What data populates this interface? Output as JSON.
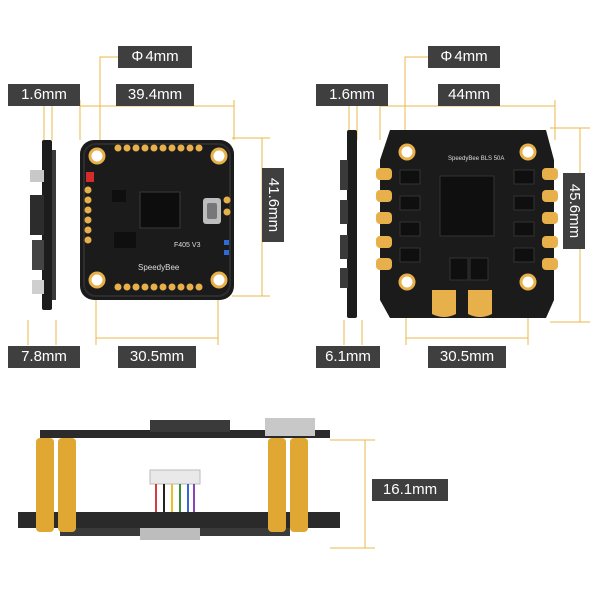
{
  "dimensions": {
    "fc_hole": "4mm",
    "fc_thickness": "1.6mm",
    "fc_width": "39.4mm",
    "fc_height": "41.6mm",
    "fc_side_height": "7.8mm",
    "fc_mount_spacing": "30.5mm",
    "esc_hole": "4mm",
    "esc_thickness": "1.6mm",
    "esc_width": "44mm",
    "esc_height": "45.6mm",
    "esc_side_height": "6.1mm",
    "esc_mount_spacing": "30.5mm",
    "stack_height": "16.1mm"
  },
  "symbols": {
    "diameter": "Φ"
  },
  "board_labels": {
    "fc_model": "F405 V3",
    "fc_brand": "SpeedyBee",
    "esc_model": "SpeedyBee BLS 50A"
  },
  "colors": {
    "pcb": "#1b1b1b",
    "pad": "#e8b04a",
    "standoff": "#e0a832",
    "dim_box": "#3f3f3f",
    "leader": "#e8b84a"
  }
}
